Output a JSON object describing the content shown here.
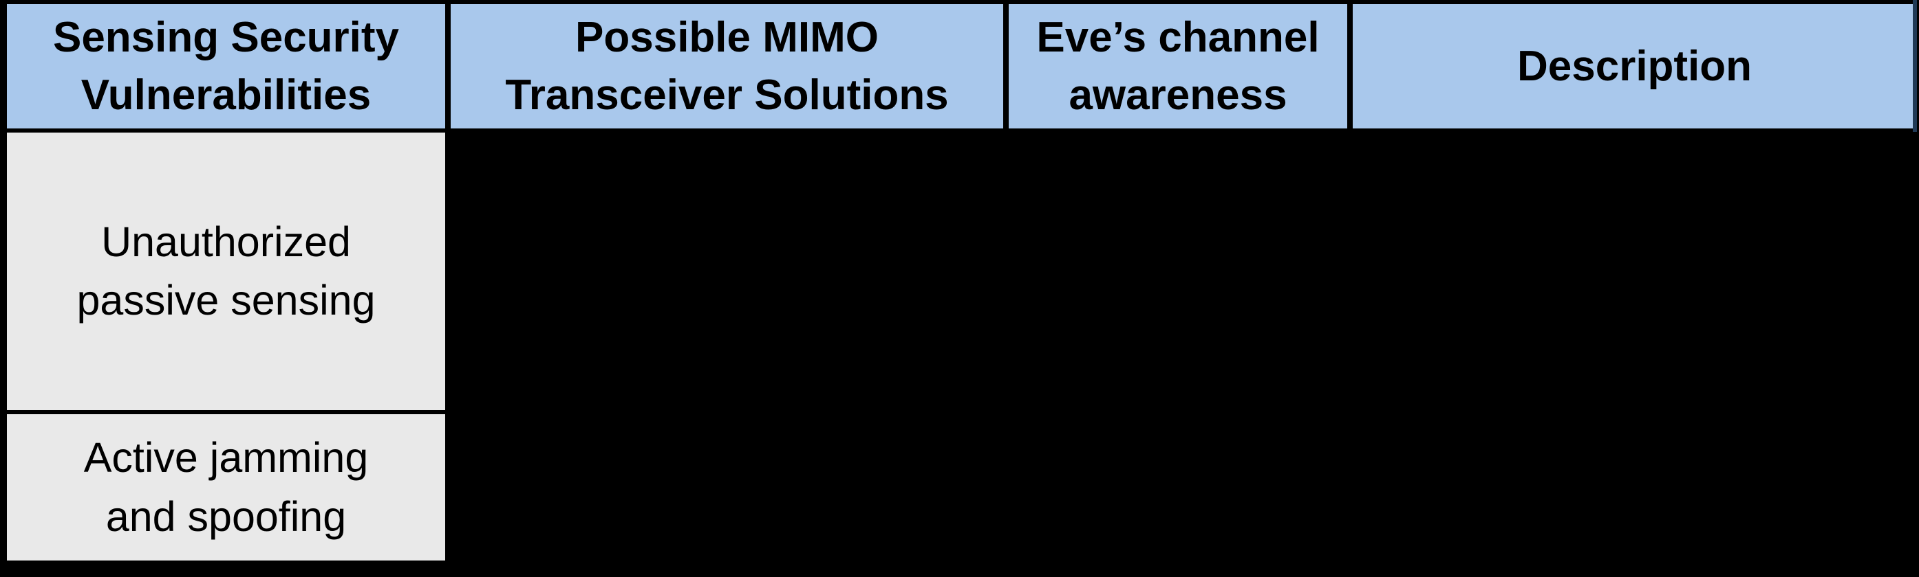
{
  "table": {
    "headers": [
      "Sensing Security Vulnerabilities",
      "Possible MIMO Transceiver Solutions",
      "Eve’s channel awareness",
      "Description"
    ],
    "rows": [
      {
        "vulnerability": "Unauthorized passive sensing"
      },
      {
        "vulnerability": "Active jamming and spoofing"
      }
    ],
    "colors": {
      "header_bg": "#a9c8ec",
      "row_cell_bg": "#e9e9e9",
      "border": "#000000",
      "outer_right_edge": "#203a57",
      "text": "#000000",
      "page_bg": "#000000"
    }
  }
}
